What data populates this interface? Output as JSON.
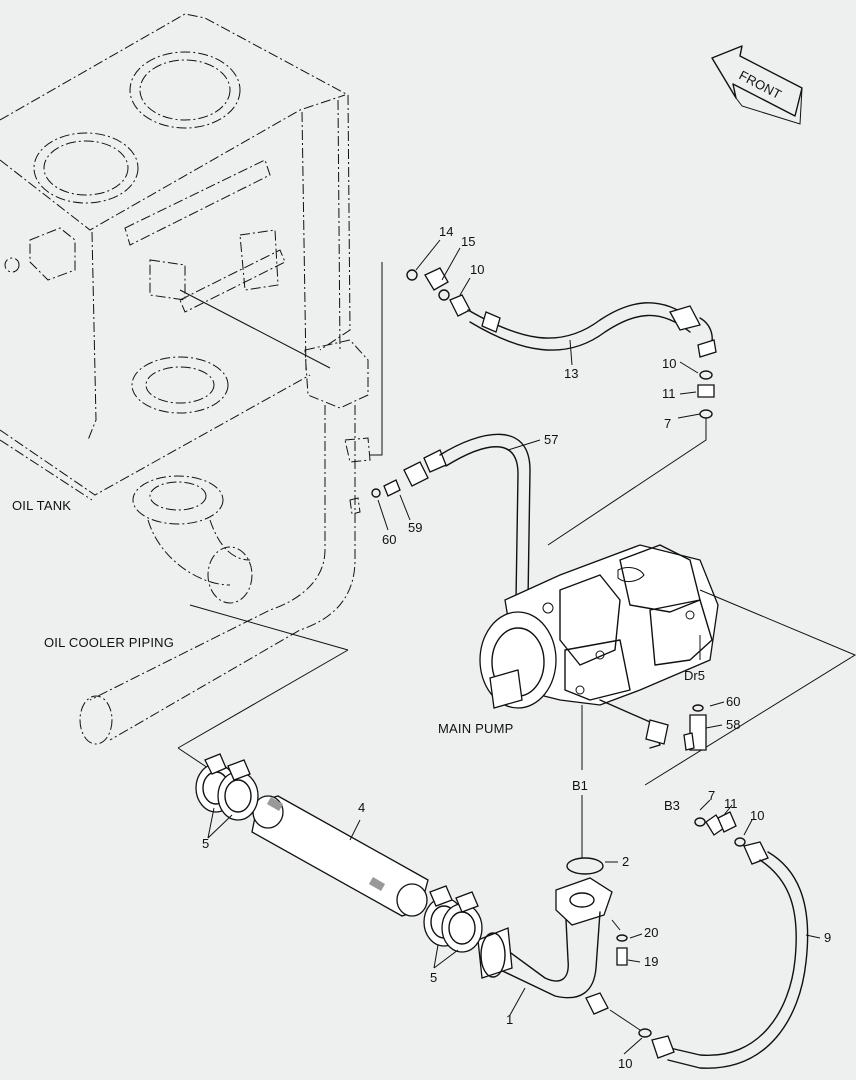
{
  "labels": {
    "oil_tank": "OIL TANK",
    "oil_cooler_piping": "OIL COOLER PIPING",
    "main_pump": "MAIN PUMP",
    "front": "FRONT",
    "port_b1": "B1",
    "port_b3": "B3",
    "port_dr5": "Dr5"
  },
  "part_numbers": {
    "p14": "14",
    "p15": "15",
    "p10_top": "10",
    "p13": "13",
    "p10_right": "10",
    "p11_right": "11",
    "p7_right": "7",
    "p57": "57",
    "p59": "59",
    "p60_left": "60",
    "p60_pump": "60",
    "p58": "58",
    "p4": "4",
    "p5_left": "5",
    "p5_lower": "5",
    "p2": "2",
    "p20": "20",
    "p19": "19",
    "p1": "1",
    "p10_bottom": "10",
    "p7_b3": "7",
    "p11_b3": "11",
    "p10_b3": "10",
    "p9": "9"
  }
}
